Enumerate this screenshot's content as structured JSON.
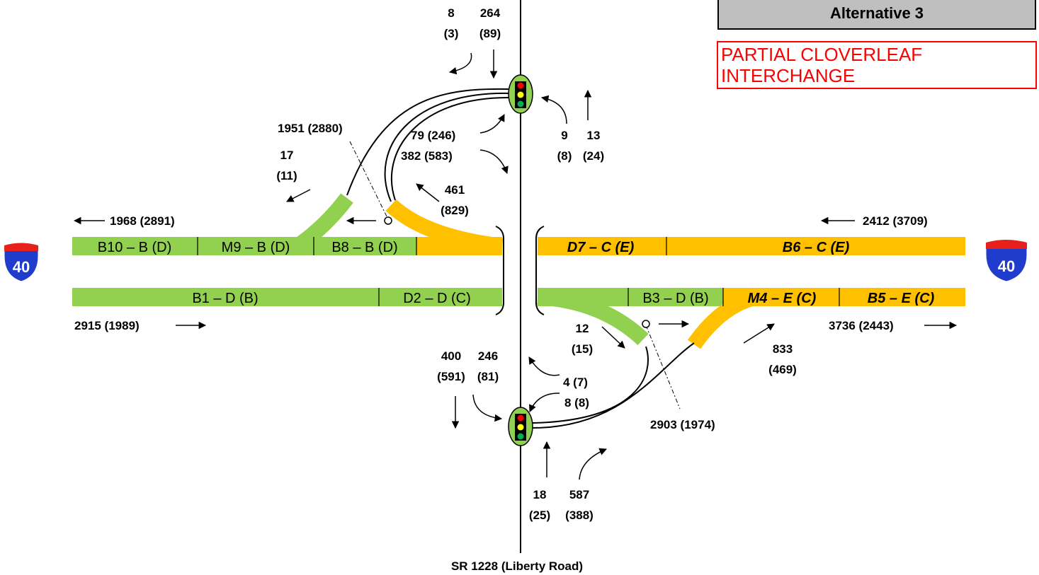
{
  "header": {
    "alternative": "Alternative 3",
    "interchange_type": "PARTIAL CLOVERLEAF INTERCHANGE"
  },
  "road": {
    "name": "SR 1228 (Liberty Road)"
  },
  "interstate": {
    "number": "40"
  },
  "colors": {
    "los_green": "#92d050",
    "los_orange": "#ffc000",
    "shield_blue": "#1f3ccc",
    "shield_red": "#e8201c"
  },
  "segments": {
    "westbound": [
      "B10 – B (D)",
      "M9 – B (D)",
      "B8 – B (D)",
      "D7 – C (E)",
      "B6 – C (E)"
    ],
    "eastbound": [
      "B1 – D (B)",
      "D2 – D (C)",
      "B3 – D (B)",
      "M4 – E (C)",
      "B5 – E (C)"
    ]
  },
  "volumes": {
    "wb_mainline_out": "1968 (2891)",
    "wb_mainline_in": "2412 (3709)",
    "eb_mainline_in": "2915 (1989)",
    "eb_mainline_out": "3736 (2443)",
    "wb_loop_thru": "1951 (2880)",
    "wb_onramp_a": "17",
    "wb_onramp_b": "(11)",
    "wb_offramp_a": "461",
    "wb_offramp_b": "(829)",
    "north_rt_a": "8",
    "north_rt_b": "(3)",
    "north_th_a": "264",
    "north_th_b": "(89)",
    "n_ramp_l1": "79 (246)",
    "n_ramp_l2": "382 (583)",
    "n_nb_lt_a": "9",
    "n_nb_lt_b": "(8)",
    "n_nb_th_a": "13",
    "n_nb_th_b": "(24)",
    "eb_offramp_a": "12",
    "eb_offramp_b": "(15)",
    "eb_onramp_a": "833",
    "eb_onramp_b": "(469)",
    "eb_loop_thru": "2903 (1974)",
    "s_sb_th_a": "400",
    "s_sb_th_b": "(591)",
    "s_sb_lt_a": "246",
    "s_sb_lt_b": "(81)",
    "s_ramp_l1": "4 (7)",
    "s_ramp_l2": "8 (8)",
    "s_nb_th_a": "18",
    "s_nb_th_b": "(25)",
    "s_nb_rt_a": "587",
    "s_nb_rt_b": "(388)"
  }
}
